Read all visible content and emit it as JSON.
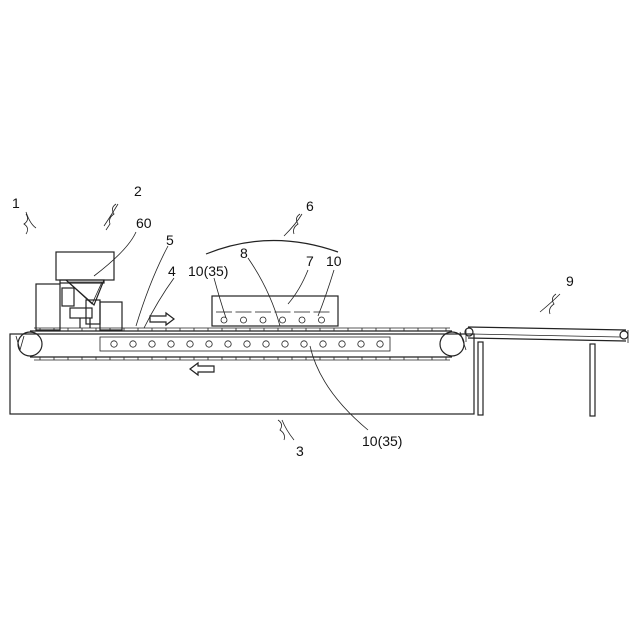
{
  "labels": {
    "l1": "1",
    "l2": "2",
    "l3": "3",
    "l4": "4",
    "l5": "5",
    "l6": "6",
    "l7": "7",
    "l8": "8",
    "l9": "9",
    "l60": "60",
    "l10_35_top": "10(35)",
    "l10_right": "10",
    "l10_35_bottom": "10(35)"
  }
}
